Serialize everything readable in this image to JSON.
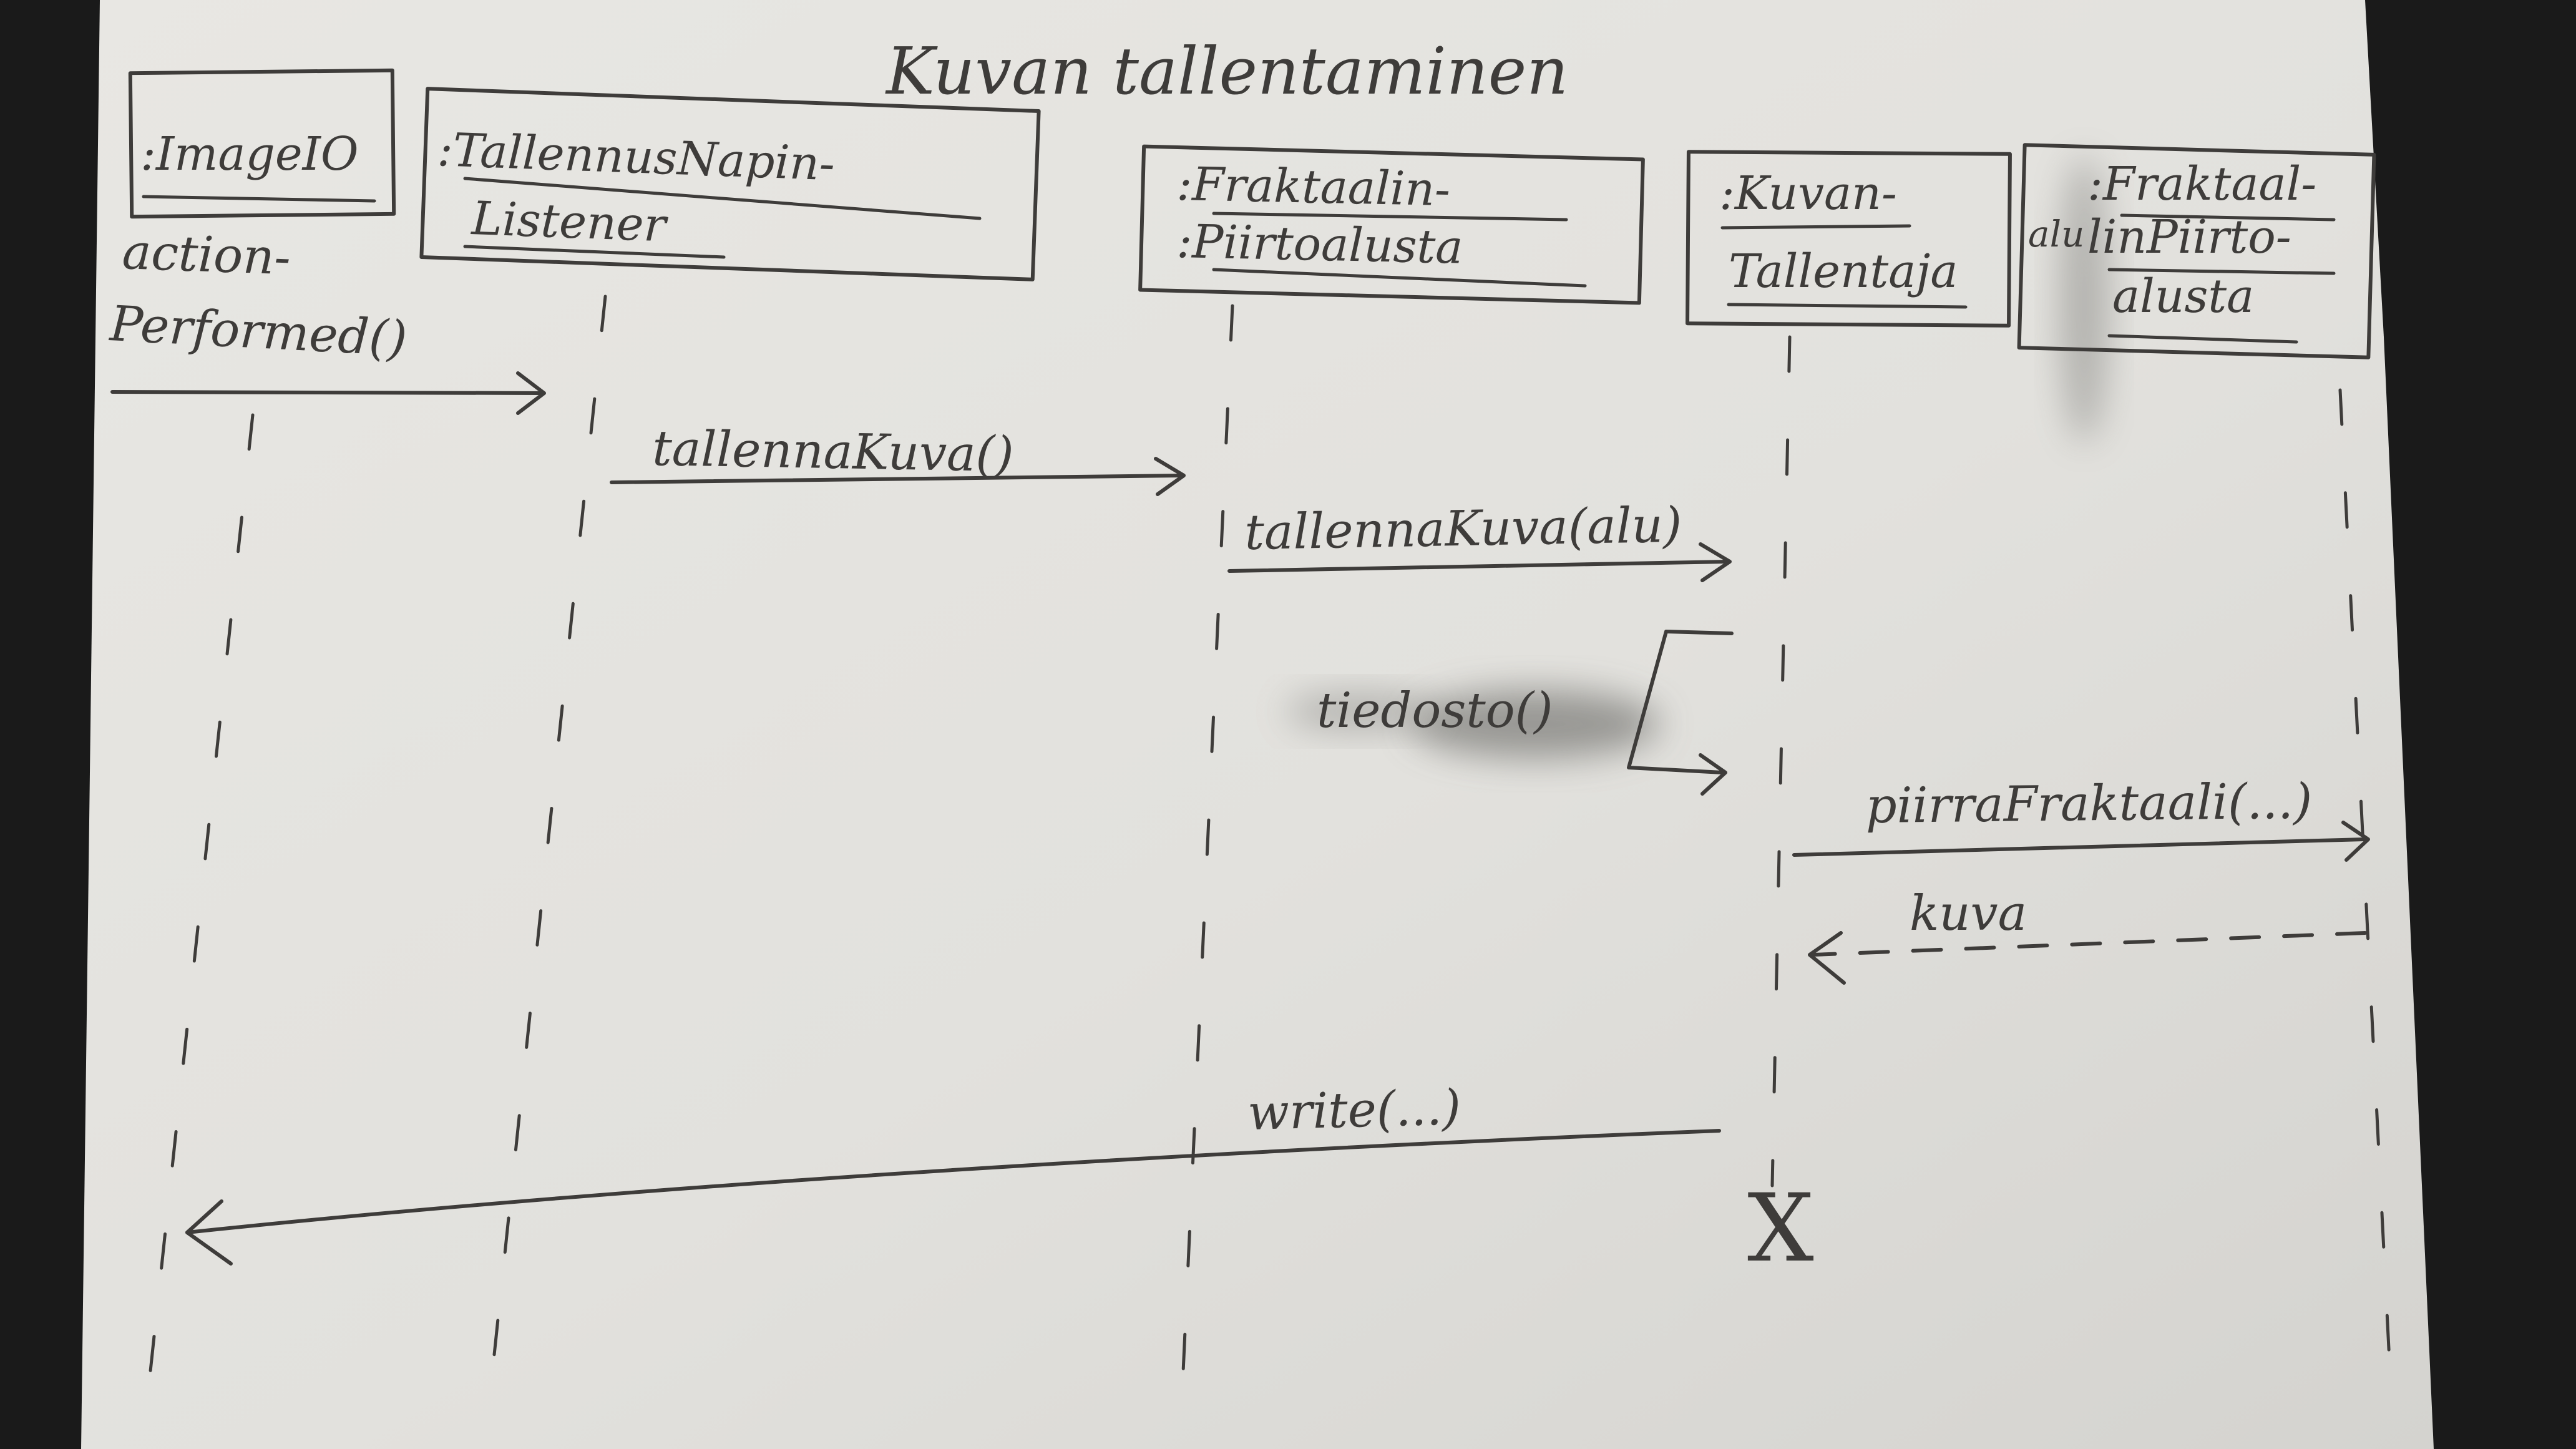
{
  "title": "Kuvan tallentaminen",
  "participants": [
    {
      "id": "imageio",
      "lines": [
        ":ImageIO"
      ]
    },
    {
      "id": "listener",
      "lines": [
        ":TallennusNapin-",
        "Listener"
      ]
    },
    {
      "id": "fraktaalin",
      "lines": [
        ":Fraktaalin-",
        ":Piirtoalusta"
      ]
    },
    {
      "id": "tallentaja",
      "lines": [
        ":Kuvan-",
        "Tallentaja"
      ]
    },
    {
      "id": "alu",
      "prefix": "alu",
      "lines": [
        ":Fraktaal-",
        "linPiirto-",
        "alusta"
      ]
    }
  ],
  "messages": [
    {
      "id": "actionPerformed",
      "label_lines": [
        "action-",
        "Performed()"
      ],
      "kind": "call"
    },
    {
      "id": "tallennaKuva",
      "label": "tallennaKuva()",
      "kind": "call"
    },
    {
      "id": "tallennaKuvaAlu",
      "label": "tallennaKuva(alu)",
      "kind": "call"
    },
    {
      "id": "tiedosto",
      "label": "tiedosto()",
      "kind": "self-call"
    },
    {
      "id": "piirraFraktaali",
      "label": "piirraFraktaali(...)",
      "kind": "call"
    },
    {
      "id": "kuva",
      "label": "kuva",
      "kind": "return"
    },
    {
      "id": "write",
      "label": "write(...)",
      "kind": "call"
    }
  ],
  "destroy_marker": "X",
  "colors": {
    "background": "#1a1a1a",
    "paper": "#e5e4e0",
    "ink": "#3e3c3a",
    "smudge": "#5c5b58"
  }
}
